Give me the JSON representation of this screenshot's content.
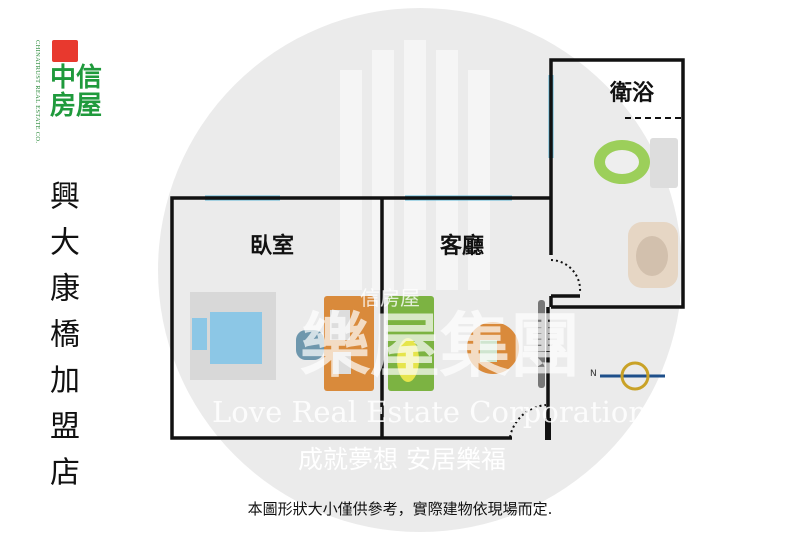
{
  "logo": {
    "chinese": "中信房屋",
    "english": "CHINATRUST REAL ESTATE CO.",
    "brand_color": "#1f9a3c",
    "mark_color": "#e8392e"
  },
  "store_name": "興大康橋加盟店",
  "rooms": {
    "bedroom": "臥室",
    "living_room": "客廳",
    "bathroom": "衛浴"
  },
  "watermark": {
    "title": "樂屋集團",
    "english": "Love Real Estate Corporation",
    "slogan": "成就夢想 安居樂福",
    "sub": "信房屋"
  },
  "compass": {
    "north_label": "N"
  },
  "disclaimer": "本圖形狀大小僅供參考，實際建物依現場而定."
}
